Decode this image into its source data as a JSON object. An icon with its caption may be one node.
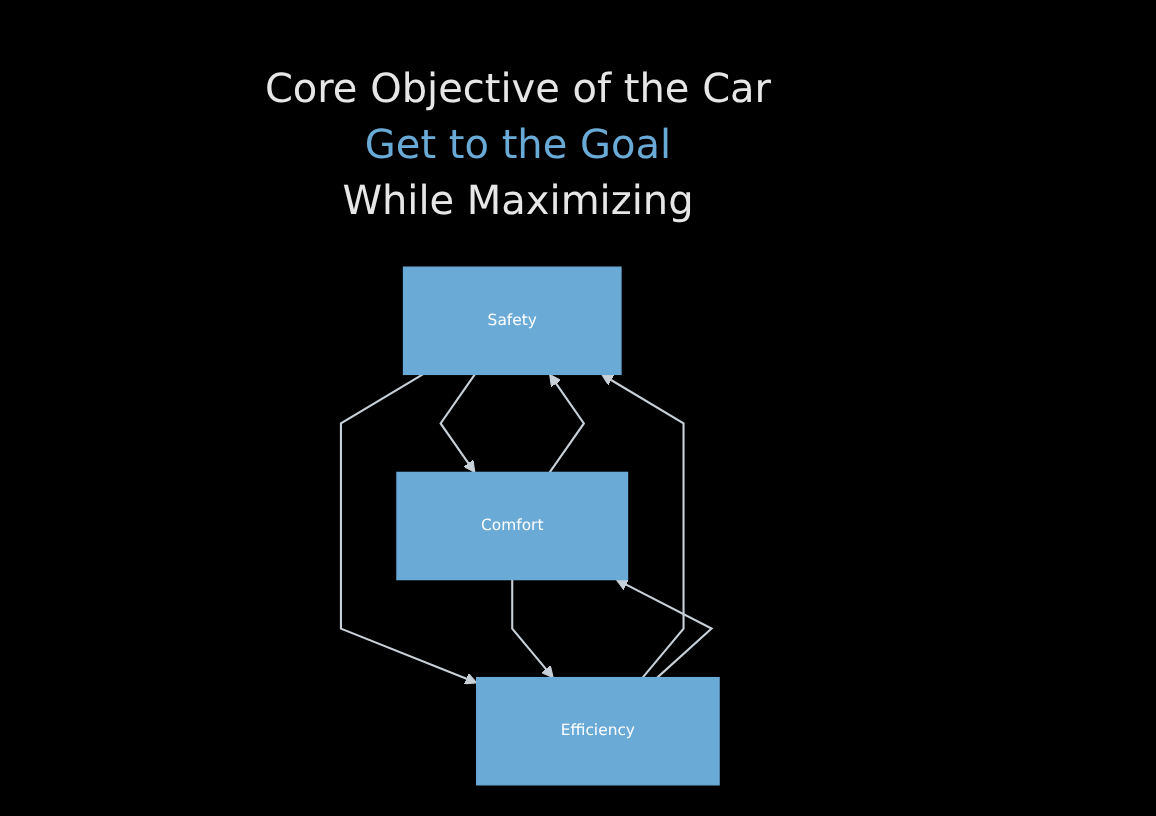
{
  "diagram": {
    "title": "Core Objective of the Car",
    "nodes": [
      {
        "text": [
          "Safety"
        ]
      },
      {
        "text": [
          "Comfort"
        ]
      },
      {
        "text": [
          "Efficiency"
        ]
      }
    ],
    "edges": [
      {
        "from": 0,
        "to": 1,
        "arrow": "to"
      },
      {
        "from": 1,
        "to": 0,
        "arrow": "to"
      },
      {
        "from": 0,
        "to": 2,
        "arrow": "to"
      },
      {
        "from": 2,
        "to": 0,
        "arrow": "to"
      },
      {
        "from": 1,
        "to": 2,
        "arrow": "to"
      },
      {
        "from": 2,
        "to": 1,
        "arrow": "to"
      }
    ],
    "labels": [
      "Get to the Goal",
      "While Maximizing"
    ]
  }
}
